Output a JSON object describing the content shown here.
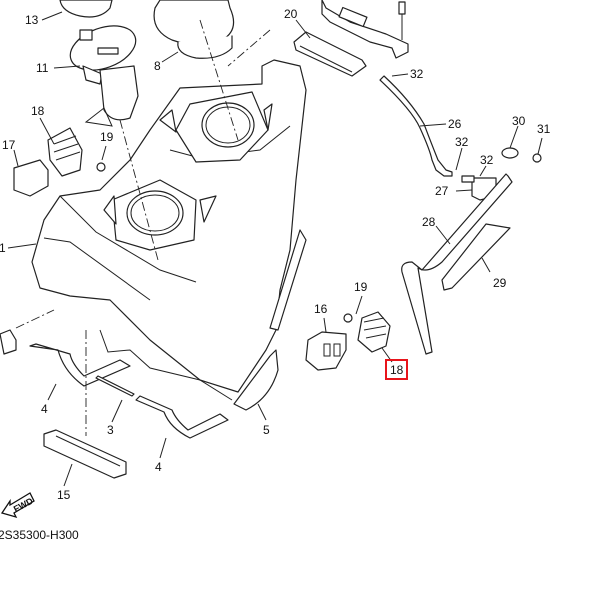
{
  "diagram": {
    "title": "Fuel tank assembly exploded view",
    "code": "2S35300-H300",
    "direction_marker": "FWD",
    "highlight_color": "#e8141b",
    "callouts": [
      {
        "id": "c13",
        "label": "13"
      },
      {
        "id": "c11",
        "label": "11"
      },
      {
        "id": "c8",
        "label": "8"
      },
      {
        "id": "c20",
        "label": "20"
      },
      {
        "id": "c32a",
        "label": "32"
      },
      {
        "id": "c18a",
        "label": "18"
      },
      {
        "id": "c19a",
        "label": "19"
      },
      {
        "id": "c17",
        "label": "17"
      },
      {
        "id": "c26",
        "label": "26"
      },
      {
        "id": "c30",
        "label": "30"
      },
      {
        "id": "c31",
        "label": "31"
      },
      {
        "id": "c32b",
        "label": "32"
      },
      {
        "id": "c32c",
        "label": "32"
      },
      {
        "id": "c27",
        "label": "27"
      },
      {
        "id": "c28",
        "label": "28"
      },
      {
        "id": "c29",
        "label": "29"
      },
      {
        "id": "c1",
        "label": "1"
      },
      {
        "id": "c19b",
        "label": "19"
      },
      {
        "id": "c16",
        "label": "16"
      },
      {
        "id": "c18b",
        "label": "18",
        "highlighted": true
      },
      {
        "id": "c4a",
        "label": "4"
      },
      {
        "id": "c3",
        "label": "3"
      },
      {
        "id": "c4b",
        "label": "4"
      },
      {
        "id": "c5",
        "label": "5"
      },
      {
        "id": "c15",
        "label": "15"
      }
    ]
  }
}
